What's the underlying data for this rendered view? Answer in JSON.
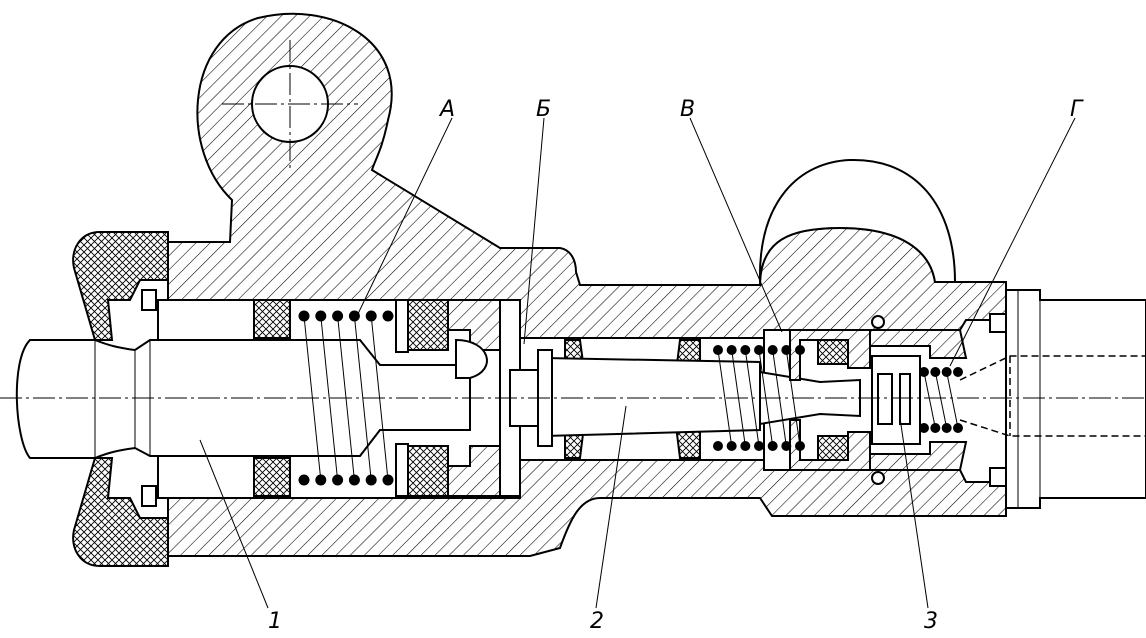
{
  "labels": {
    "a": "А",
    "b": "Б",
    "v": "В",
    "g": "Г",
    "n1": "1",
    "n2": "2",
    "n3": "3"
  }
}
